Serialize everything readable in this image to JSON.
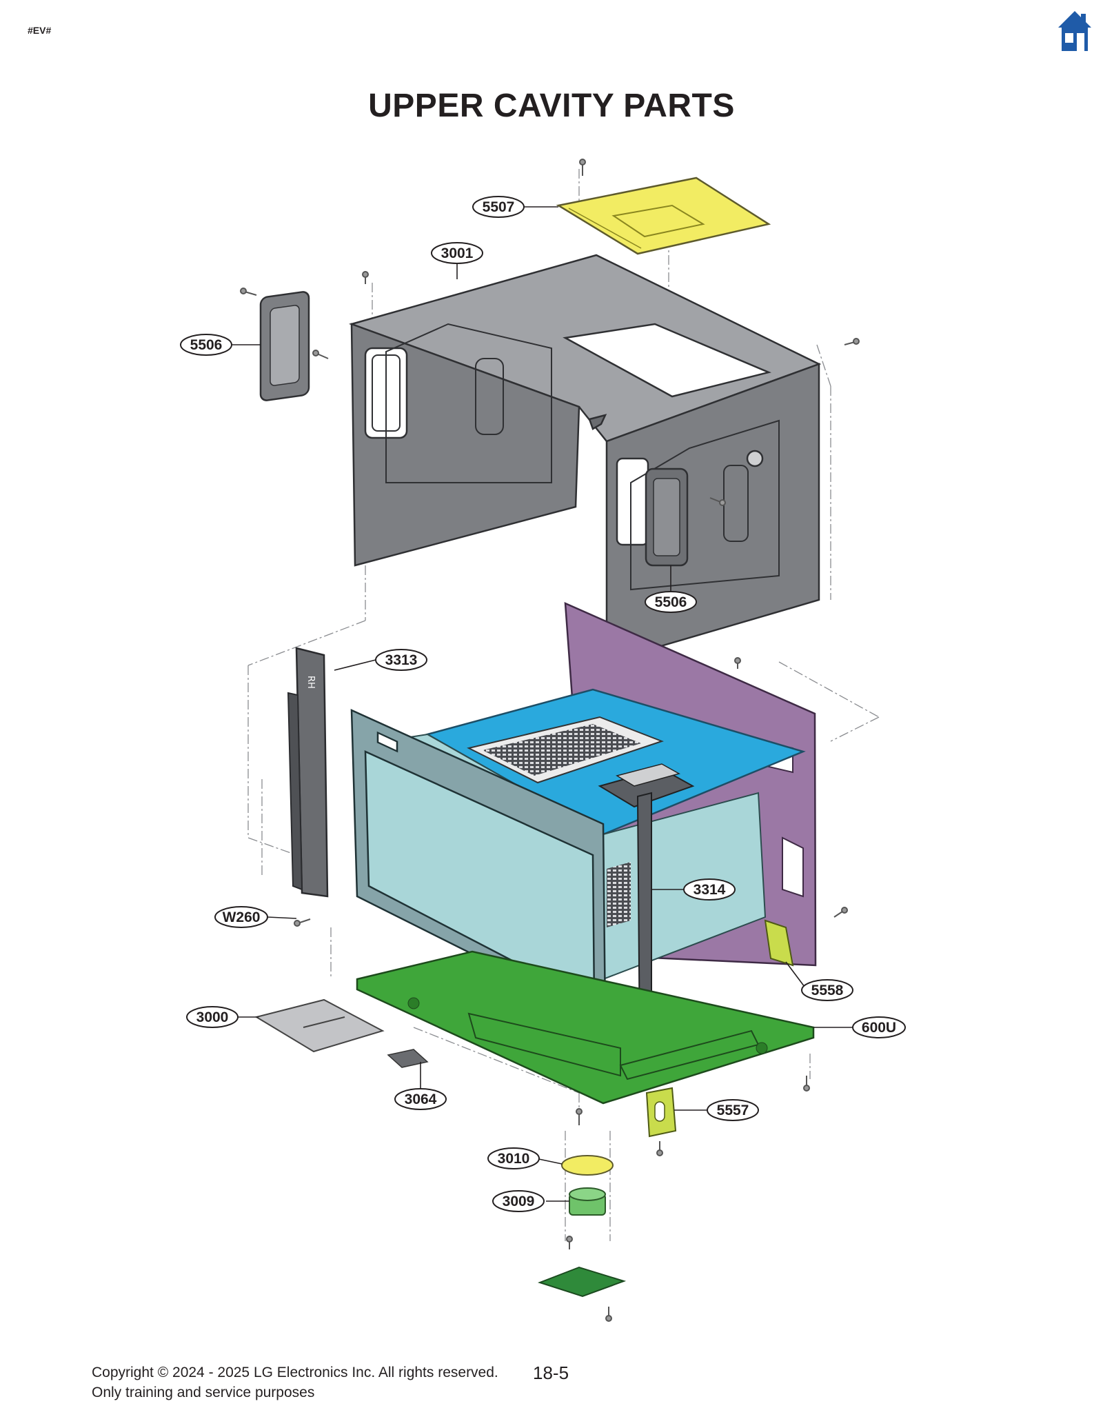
{
  "header": {
    "tag": "#EV#",
    "home_icon": "home-icon",
    "title": "UPPER CAVITY PARTS"
  },
  "callouts": {
    "c5507": "5507",
    "c3001": "3001",
    "c5506a": "5506",
    "c5506b": "5506",
    "c3313": "3313",
    "c3314": "3314",
    "cW260": "W260",
    "c5558": "5558",
    "c3000": "3000",
    "c600U": "600U",
    "c3064": "3064",
    "c5557": "5557",
    "c3010": "3010",
    "c3009": "3009"
  },
  "part_colors": {
    "cavity_panels": "#7d7f83",
    "cover_top": "#f2ec63",
    "cavity_blue": "#2aa9dd",
    "cavity_inner": "#a9d6d8",
    "back_panel_purple": "#9b78a5",
    "base_plate_green": "#3fa63a",
    "bracket_lime": "#c9dc4c",
    "home_icon_blue": "#1f5ba8"
  },
  "footer": {
    "copyright": "Copyright © 2024 - 2025 LG Electronics Inc. All rights reserved.",
    "note": "Only training and service purposes",
    "page": "18-5"
  }
}
